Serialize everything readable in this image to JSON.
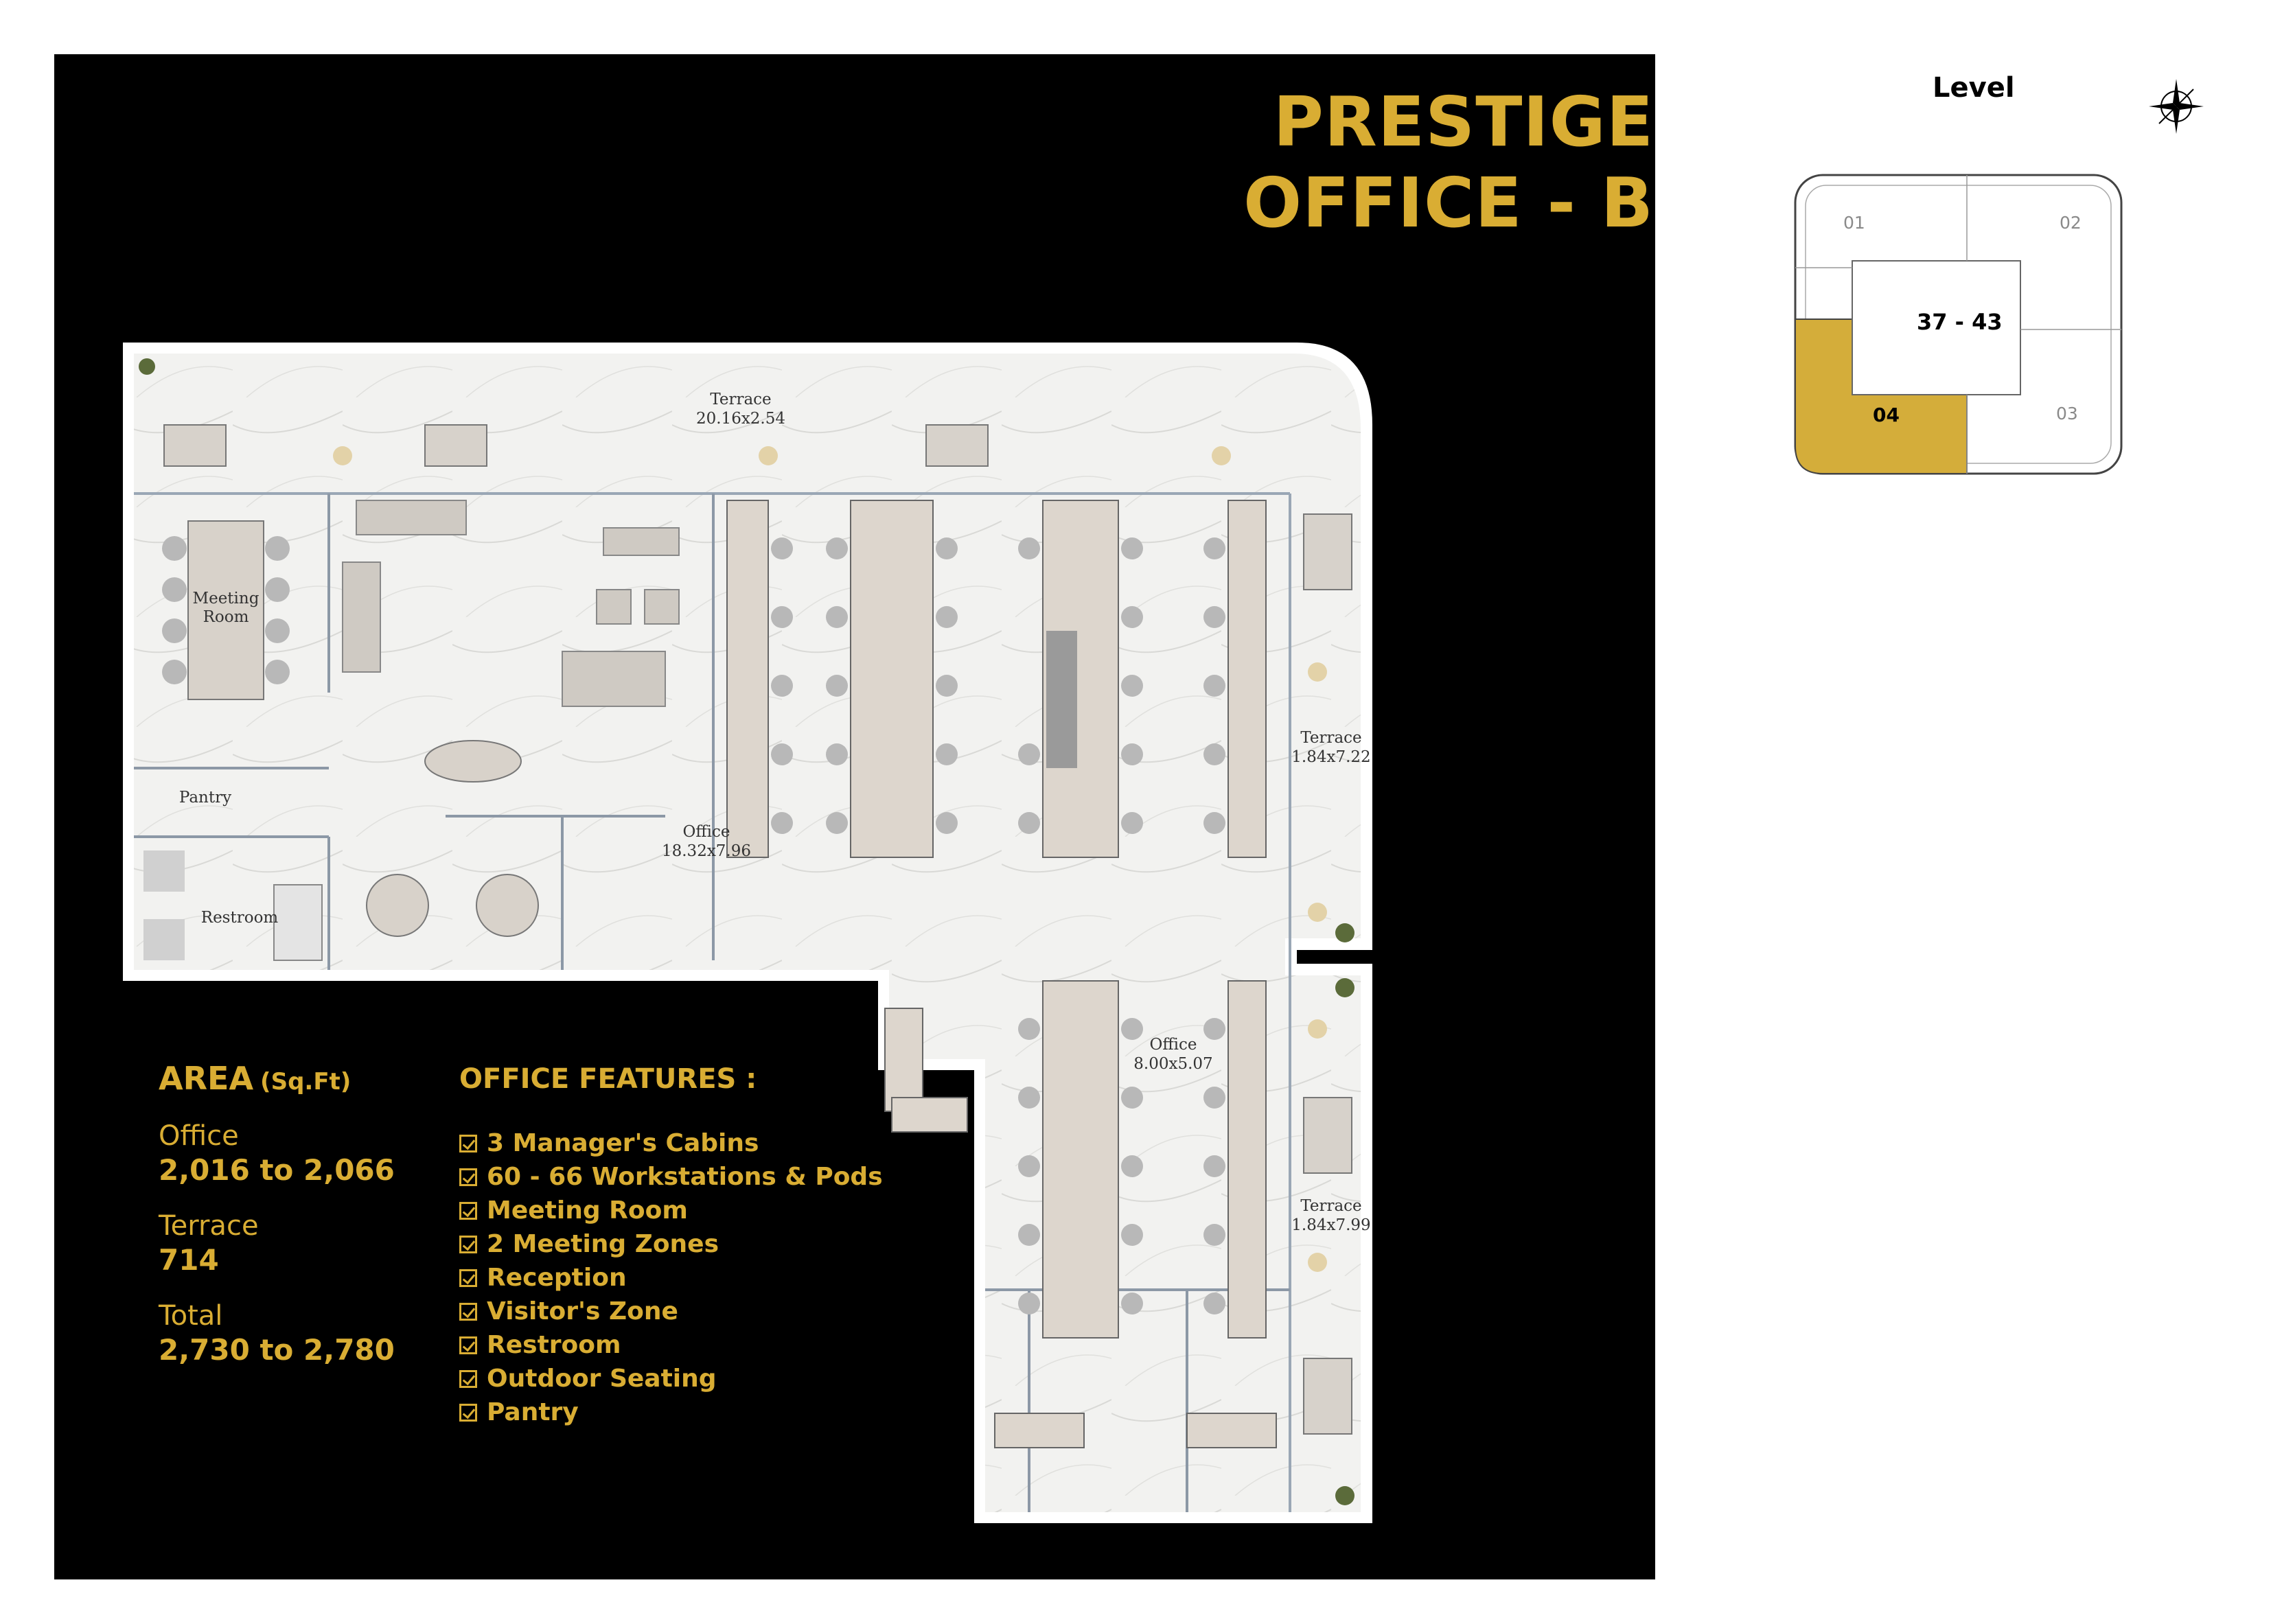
{
  "title": {
    "line1": "PRESTIGE",
    "line2": "OFFICE - B"
  },
  "rooms": {
    "terrace_top": {
      "name": "Terrace",
      "size": "20.16x2.54"
    },
    "meeting": {
      "line1": "Meeting",
      "line2": "Room"
    },
    "pantry": "Pantry",
    "restroom": "Restroom",
    "office_main": {
      "name": "Office",
      "size": "18.32x7.96"
    },
    "office_lower": {
      "name": "Office",
      "size": "8.00x5.07"
    },
    "terrace_right_upper": {
      "name": "Terrace",
      "size": "1.84x7.22"
    },
    "terrace_right_lower": {
      "name": "Terrace",
      "size": "1.84x7.99"
    }
  },
  "area": {
    "heading": "AREA",
    "unit": "(Sq.Ft)",
    "items": [
      {
        "label": "Office",
        "value": "2,016 to 2,066"
      },
      {
        "label": "Terrace",
        "value": "714"
      },
      {
        "label": "Total",
        "value": "2,730 to 2,780"
      }
    ]
  },
  "features": {
    "heading": "OFFICE FEATURES :",
    "items": [
      "3 Manager's Cabins",
      "60 - 66 Workstations & Pods",
      "Meeting Room",
      "2 Meeting Zones",
      "Reception",
      "Visitor's Zone",
      "Restroom",
      "Outdoor Seating",
      "Pantry"
    ]
  },
  "keyplan": {
    "title": "Level",
    "core": "37 - 43",
    "units": [
      "01",
      "02",
      "03",
      "04"
    ],
    "active_unit": "04",
    "highlight_color": "#d4ad3a"
  },
  "colors": {
    "gold": "#d9ad33",
    "panel": "#000000"
  },
  "icons": {
    "compass": "compass-icon",
    "check": "checkbox-icon"
  }
}
